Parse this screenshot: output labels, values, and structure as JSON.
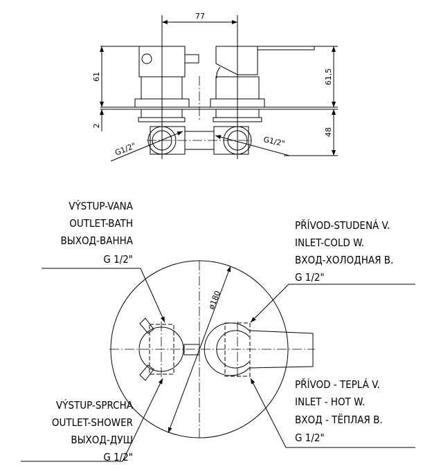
{
  "top_view": {
    "dim_width": "77",
    "dim_height_left": "61",
    "dim_plate": "2",
    "dim_height_right": "61,5",
    "dim_depth": "48",
    "thread_left": "G1/2\"",
    "thread_right": "G1/2\""
  },
  "front_view": {
    "diameter": "ø180"
  },
  "labels": {
    "outlet_bath": [
      "VÝSTUP-VANA",
      "OUTLET-BATH",
      "ВЫХОД-ВАННА",
      "G 1/2\""
    ],
    "inlet_cold": [
      "PŘÍVOD-STUDENÁ V.",
      "INLET-COLD W.",
      "ВХОД-ХОЛОДНАЯ В.",
      "G 1/2\""
    ],
    "inlet_hot": [
      "PŘÍVOD - TEPLÁ V.",
      "INLET - HOT W.",
      "ВХОД - ТЁПЛАЯ В.",
      "G 1/2\""
    ],
    "outlet_shower": [
      "VÝSTUP-SPRCHA",
      "OUTLET-SHOWER",
      "ВЫХОД-ДУШ",
      "G 1/2\""
    ]
  }
}
